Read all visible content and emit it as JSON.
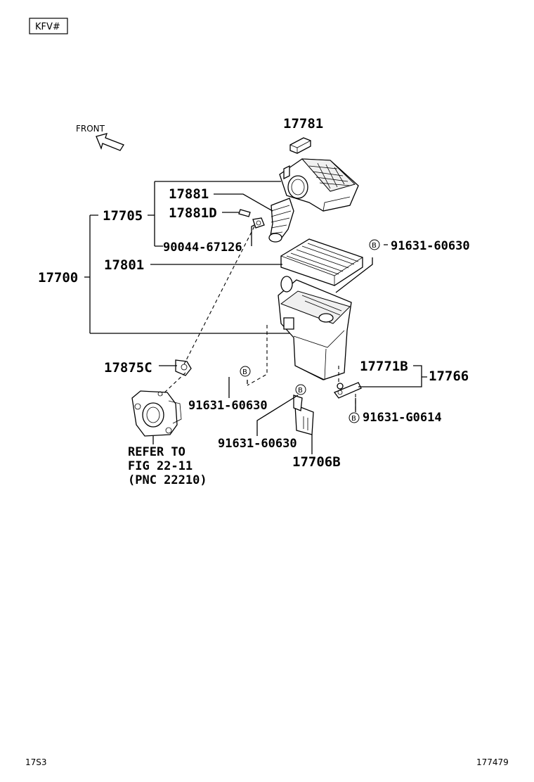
{
  "header": {
    "code_box": "KFV#"
  },
  "direction": {
    "label": "FRONT"
  },
  "labels": {
    "p17781": "17781",
    "p17881": "17881",
    "p17881D": "17881D",
    "p17705": "17705",
    "p90044": "90044-67126",
    "p17801": "17801",
    "p17700": "17700",
    "p91631_top": "91631-60630",
    "p17875C": "17875C",
    "p91631_left": "91631-60630",
    "p17771B": "17771B",
    "p17766": "17766",
    "p91631_g": "91631-G0614",
    "p91631_mid": "91631-60630",
    "p17706B": "17706B",
    "refer1": "REFER TO",
    "refer2": "FIG 22-11",
    "refer3": "(PNC 22210)",
    "bolt_mark": "B"
  },
  "footer": {
    "left": "17S3",
    "right": "177479"
  }
}
